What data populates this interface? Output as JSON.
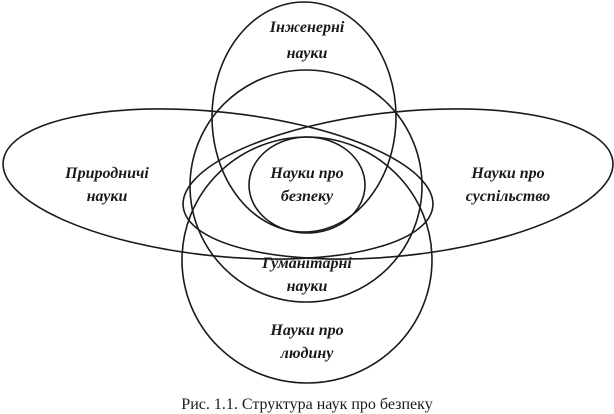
{
  "diagram": {
    "nodes": [
      {
        "id": "engineering",
        "lines": [
          "Інженерні",
          "науки"
        ]
      },
      {
        "id": "natural",
        "lines": [
          "Природничі",
          "науки"
        ]
      },
      {
        "id": "safety",
        "lines": [
          "Науки про",
          "безпеку"
        ]
      },
      {
        "id": "society",
        "lines": [
          "Науки про",
          "суспільство"
        ]
      },
      {
        "id": "humanities",
        "lines": [
          "Гуманітарні",
          "науки"
        ]
      },
      {
        "id": "human",
        "lines": [
          "Науки про",
          "людину"
        ]
      }
    ],
    "caption": "Рис. 1.1. Структура наук про безпеку"
  }
}
